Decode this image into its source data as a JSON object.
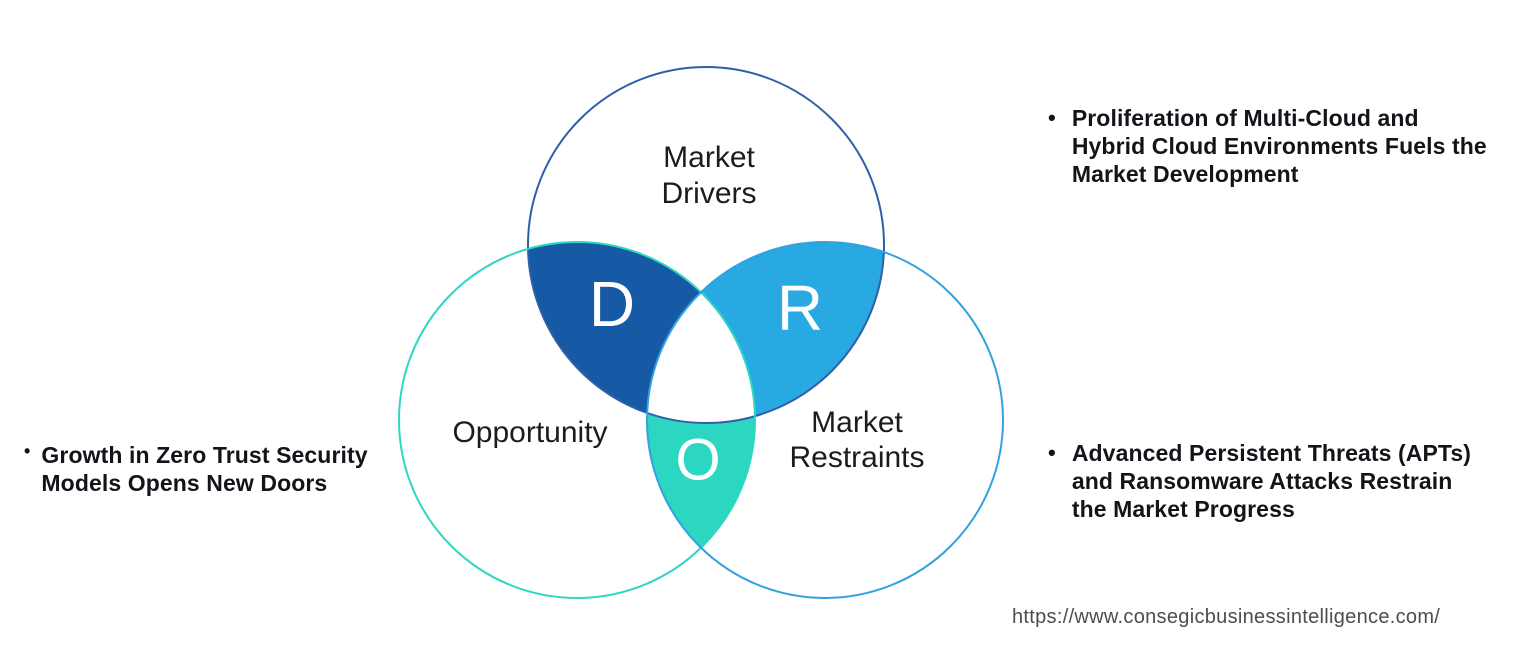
{
  "venn": {
    "sets": {
      "drivers": {
        "label_line1": "Market",
        "label_line2": "Drivers",
        "outline_color": "#2E5FA8"
      },
      "opportunity": {
        "label": "Opportunity",
        "outline_color": "#2FD6C3"
      },
      "restraints": {
        "label_line1": "Market",
        "label_line2": "Restraints",
        "outline_color": "#33A1E0"
      }
    },
    "overlaps": {
      "drivers_opportunity": {
        "letter": "D",
        "color": "#1659A5"
      },
      "drivers_restraints": {
        "letter": "R",
        "color": "#29A9E2"
      },
      "opportunity_restraints": {
        "letter": "O",
        "color": "#2BD7C0"
      },
      "center_color": "#FFFFFF"
    }
  },
  "notes": {
    "left": {
      "bullet": "•",
      "line1": "Growth in Zero Trust Security",
      "line2": "Models Opens New Doors"
    },
    "top_right": {
      "bullet": "•",
      "line1": "Proliferation of Multi-Cloud and",
      "line2": "Hybrid Cloud Environments Fuels the",
      "line3": "Market Development"
    },
    "bottom_right": {
      "bullet": "•",
      "line1": "Advanced Persistent Threats (APTs)",
      "line2": "and Ransomware Attacks Restrain",
      "line3": "the Market Progress"
    }
  },
  "footer": {
    "url": "https://www.consegicbusinessintelligence.com/"
  },
  "colors": {
    "note_text": "#111418",
    "set_label_text": "#1C1C1C",
    "url_text": "#4B4D50",
    "background": "#FFFFFF"
  }
}
